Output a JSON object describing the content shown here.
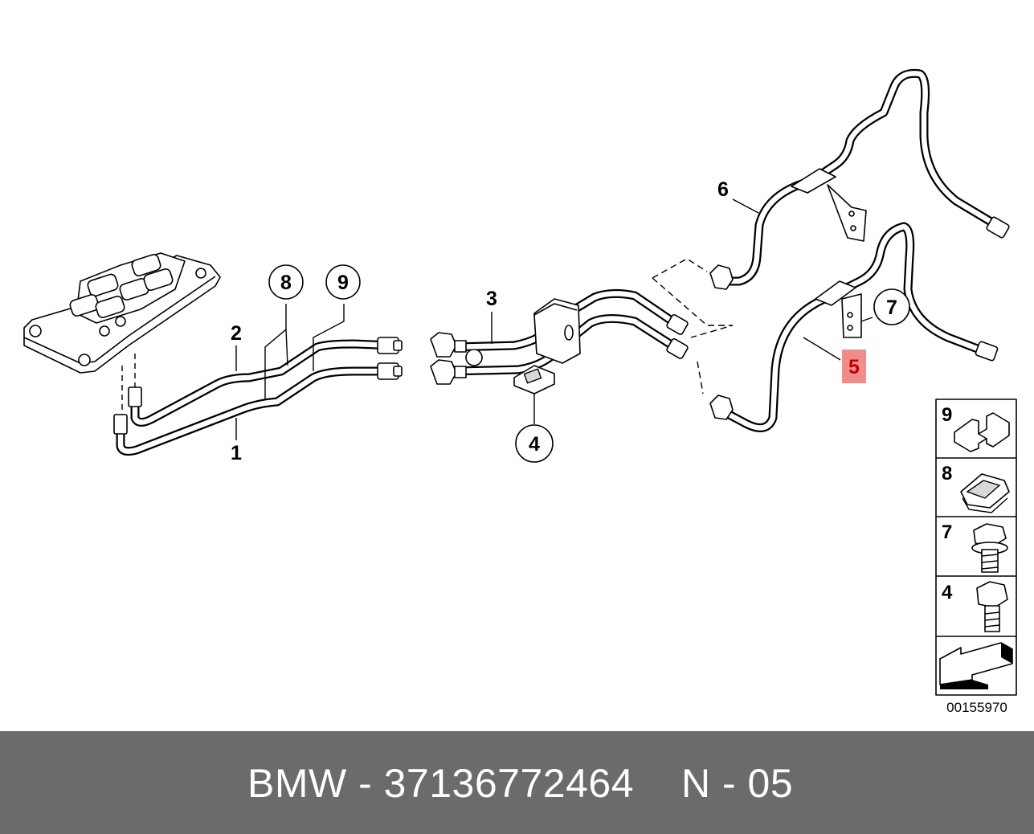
{
  "diagram": {
    "callouts": [
      "1",
      "2",
      "3",
      "4",
      "5",
      "6",
      "7",
      "8",
      "9"
    ],
    "highlight_color": "#f28b8b",
    "diagram_number": "00155970",
    "side_panel": [
      "9",
      "8",
      "7",
      "4"
    ]
  },
  "footer": {
    "part_text": "BMW - 37136772464",
    "position_text": "N - 05",
    "background": "#6b6b6b"
  }
}
